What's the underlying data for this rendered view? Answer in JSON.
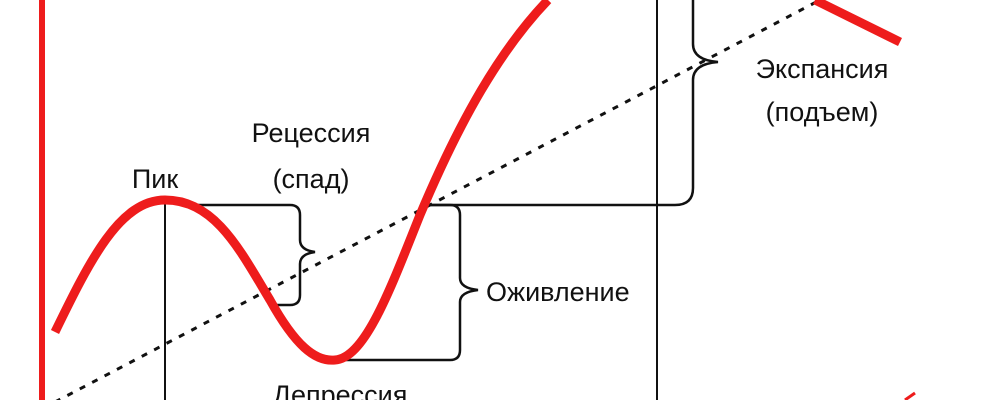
{
  "colors": {
    "cycle_curve": "#ee1c1c",
    "lines": "#111111",
    "background": "#ffffff"
  },
  "labels": {
    "peak": "Пик",
    "recession": "Рецессия",
    "recession_sub": "(спад)",
    "revival": "Оживление",
    "depression": "Депрессия",
    "expansion": "Экспансия",
    "expansion_sub": "(подъем)"
  }
}
